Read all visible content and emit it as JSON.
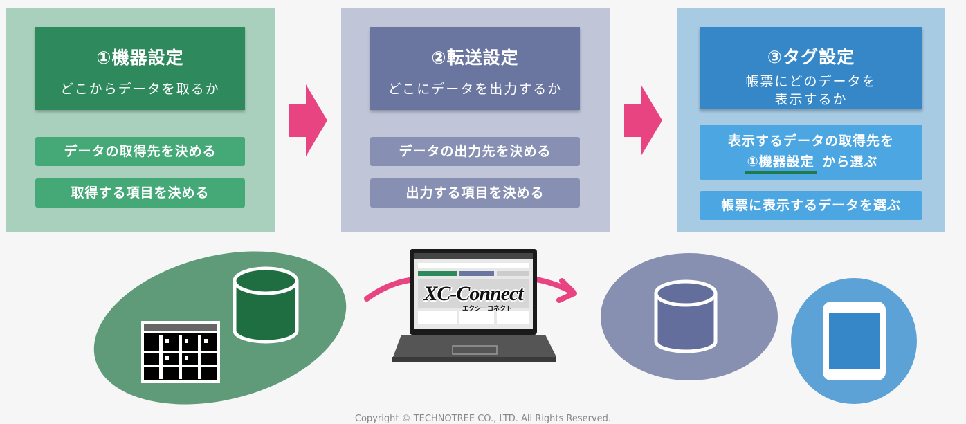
{
  "panels": [
    {
      "title": "①機器設定",
      "subtitle": "どこからデータを取るか",
      "steps": [
        "データの取得先を決める",
        "取得する項目を決める"
      ]
    },
    {
      "title": "②転送設定",
      "subtitle": "どこにデータを出力するか",
      "steps": [
        "データの出力先を決める",
        "出力する項目を決める"
      ]
    },
    {
      "title": "③タグ設定",
      "subtitle": "帳票にどのデータを\n表示するか",
      "step1_line1": "表示するデータの取得先を",
      "step1_link": "①機器設定",
      "step1_suffix": " から選ぶ",
      "step2": "帳票に表示するデータを選ぶ"
    }
  ],
  "logo": {
    "text": "XC-Connect",
    "kana": "エクシーコネクト"
  },
  "footer": {
    "copyright": "Copyright © TECHNOTREE CO., LTD. All Rights Reserved."
  },
  "colors": {
    "green_dark": "#2e8a5c",
    "purple_dark": "#6a769f",
    "blue_dark": "#3587c7",
    "arrow": "#e84482"
  }
}
